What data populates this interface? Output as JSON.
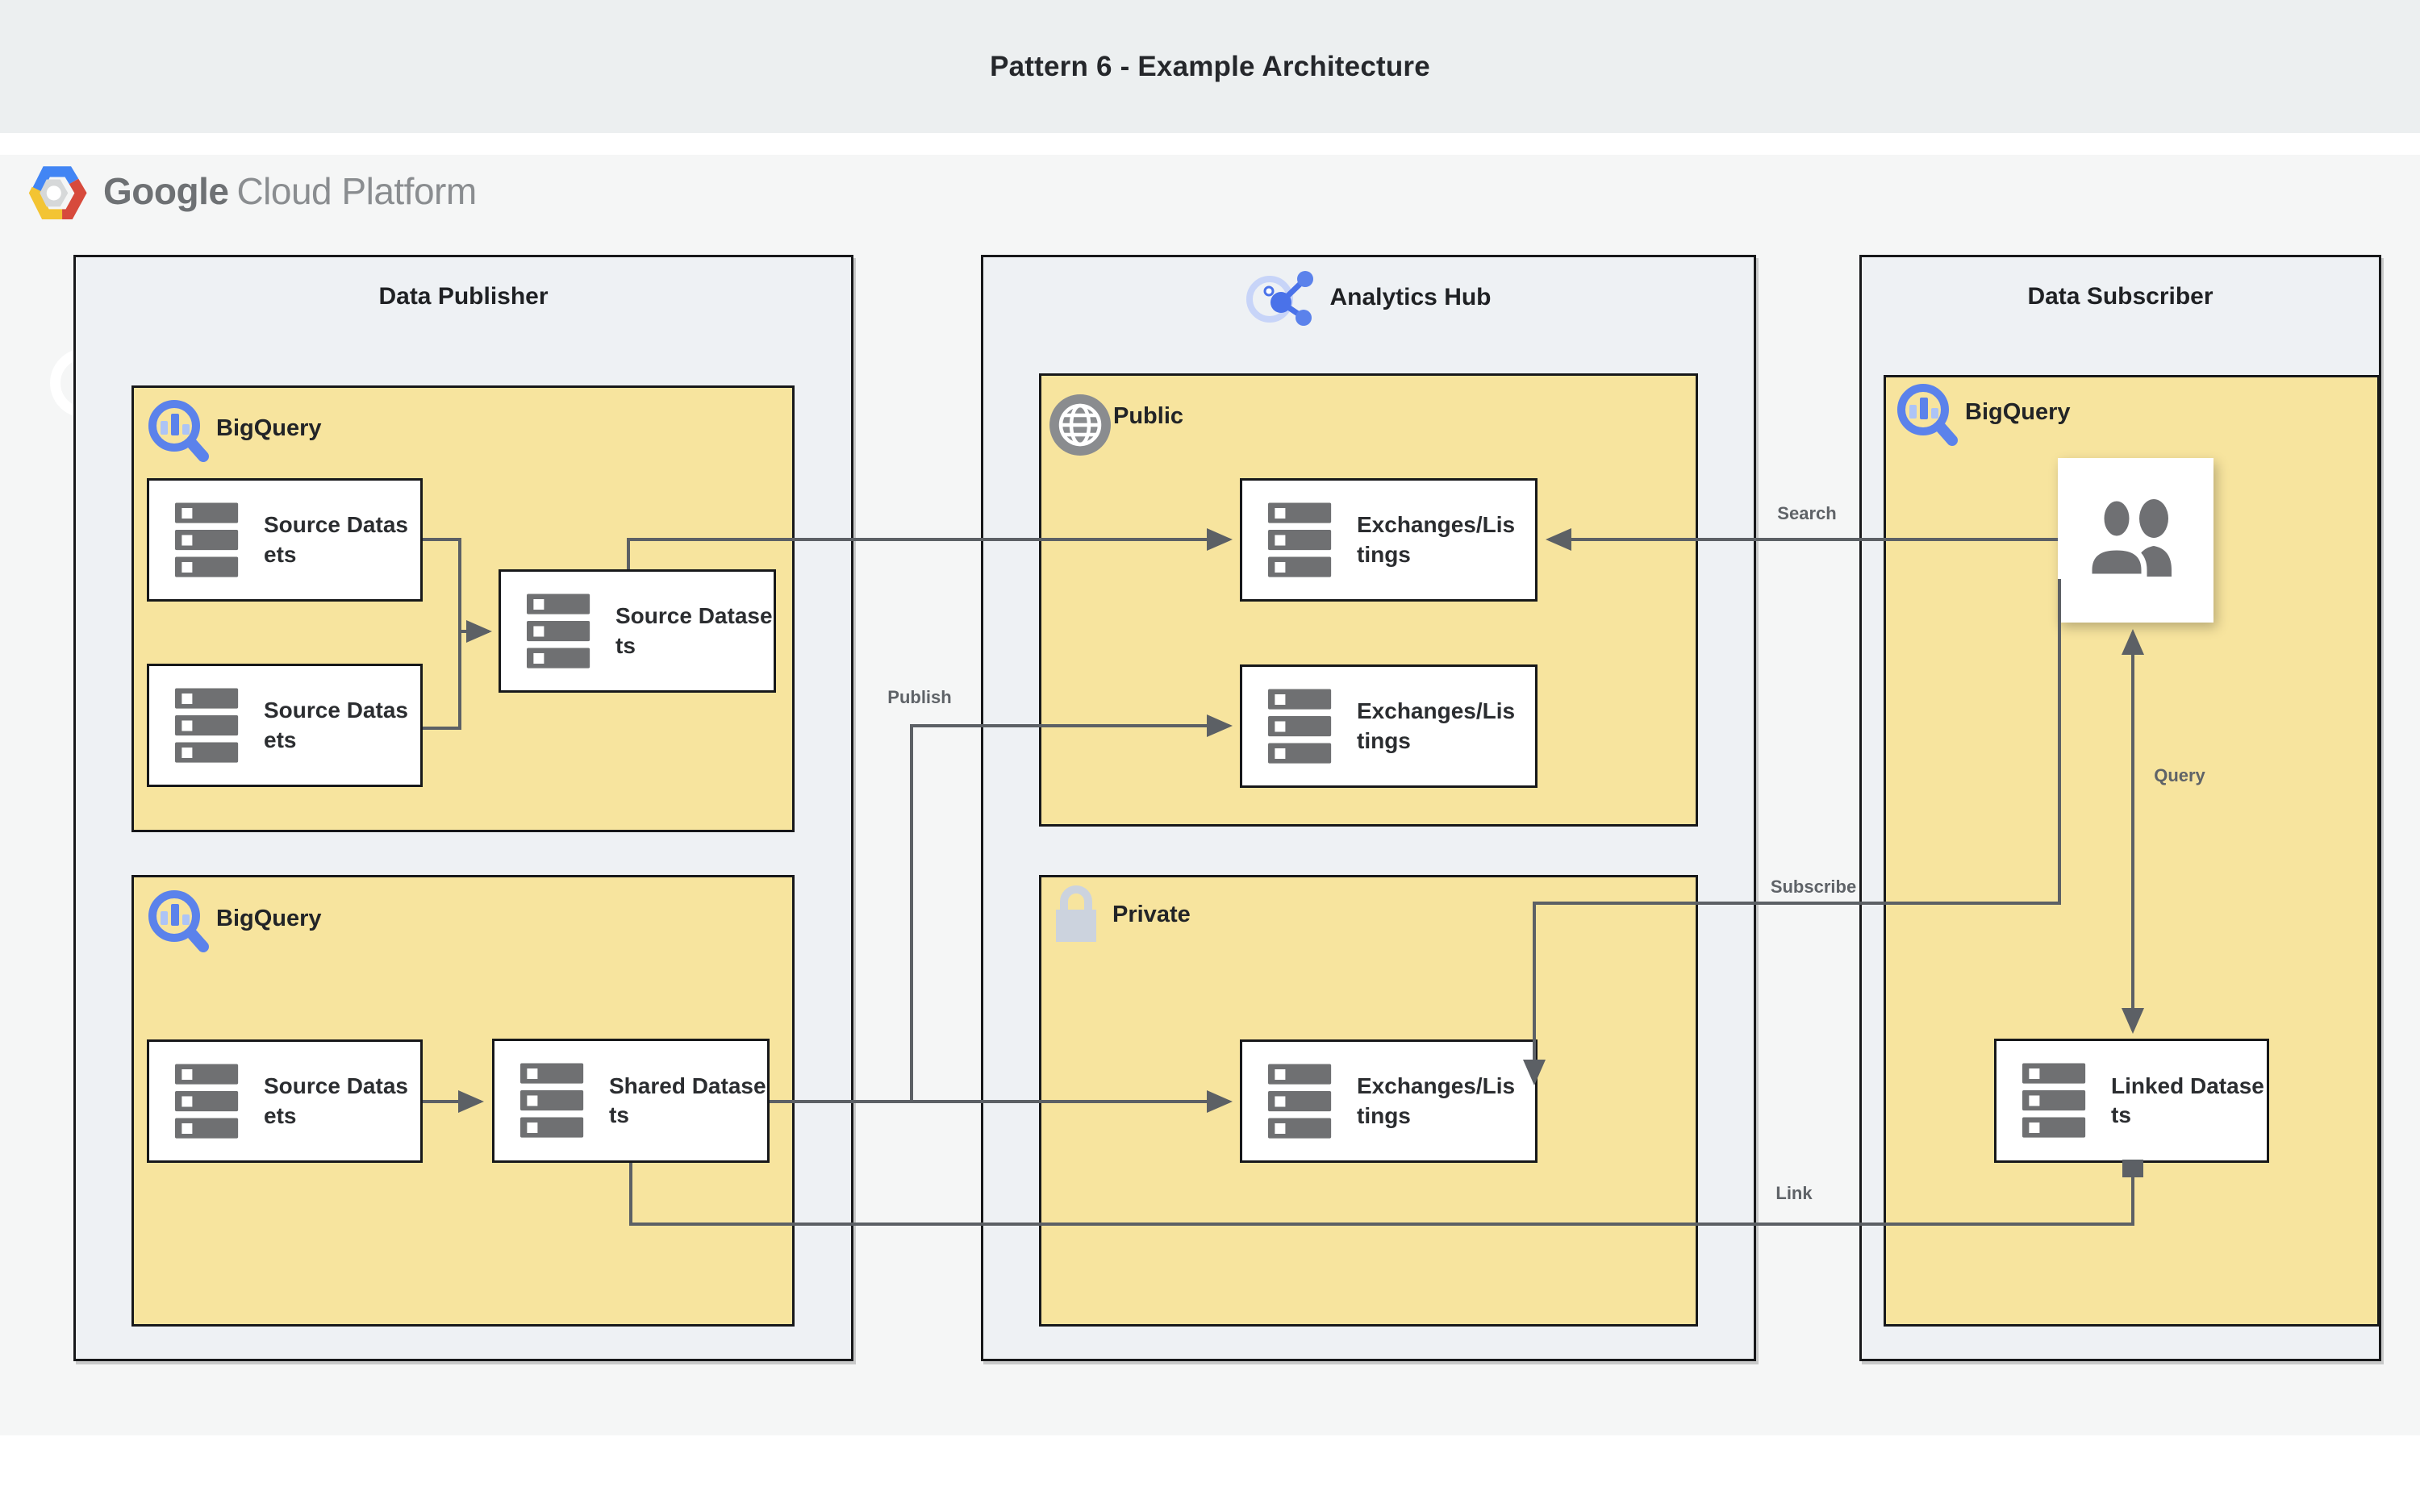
{
  "banner": {
    "title": "Pattern 6 - Example Architecture"
  },
  "logo": {
    "google": "Google",
    "cloud_platform": "Cloud Platform"
  },
  "groups": {
    "publisher": {
      "title": "Data Publisher",
      "bigquery_top": {
        "label": "BigQuery",
        "nodes": [
          "Source Datasets",
          "Source Datasets",
          "Source Datasets"
        ]
      },
      "bigquery_bottom": {
        "label": "BigQuery",
        "nodes": [
          "Source Datasets",
          "Shared Datasets"
        ]
      }
    },
    "hub": {
      "title": "Analytics Hub",
      "public": {
        "label": "Public",
        "nodes": [
          "Exchanges/Listings",
          "Exchanges/Listings"
        ]
      },
      "private": {
        "label": "Private",
        "nodes": [
          "Exchanges/Listings"
        ]
      }
    },
    "subscriber": {
      "title": "Data Subscriber",
      "bigquery": {
        "label": "BigQuery",
        "nodes": [
          "Linked Datasets"
        ]
      }
    }
  },
  "edges": {
    "publish": "Publish",
    "search": "Search",
    "subscribe": "Subscribe",
    "query": "Query",
    "link": "Link"
  },
  "connections": [
    {
      "from": "source-datasets-1",
      "to": "source-datasets-merged",
      "label": ""
    },
    {
      "from": "source-datasets-2",
      "to": "source-datasets-merged",
      "label": ""
    },
    {
      "from": "source-datasets-merged",
      "to": "public-exchanges-listings-1",
      "label": ""
    },
    {
      "from": "source-datasets-3",
      "to": "shared-datasets",
      "label": ""
    },
    {
      "from": "shared-datasets",
      "to": "public-exchanges-listings-2",
      "label": "Publish"
    },
    {
      "from": "shared-datasets",
      "to": "private-exchanges-listings",
      "label": "Publish"
    },
    {
      "from": "subscriber-users",
      "to": "public-exchanges-listings-1",
      "label": "Search"
    },
    {
      "from": "subscriber-users",
      "to": "private-exchanges-listings",
      "label": "Subscribe"
    },
    {
      "from": "subscriber-users",
      "to": "linked-datasets",
      "label": "Query"
    },
    {
      "from": "shared-datasets",
      "to": "linked-datasets",
      "label": "Link"
    }
  ],
  "icons": {
    "gcp_logo": "google-cloud-platform-hexagon",
    "bigquery": "bigquery-magnifier",
    "analytics_hub": "analytics-hub-share-nodes",
    "public": "globe",
    "private": "lock",
    "users": "two-people",
    "dataset": "stacked-dataset-rows"
  },
  "colors": {
    "banner_bg": "#eceff0",
    "canvas_bg": "#f5f6f6",
    "group_fill": "#eef1f4",
    "yellow_fill": "#f7e49e",
    "border_dark": "#17181a",
    "connector_gray": "#5c6065",
    "edge_label_gray": "#5f6368",
    "dataset_icon_gray": "#6f7072",
    "bigquery_blue": "#5b82eb",
    "bigquery_light_blue": "#adc4f6",
    "hub_blue": "#4a72e9",
    "hub_light_ring": "#c7d4f8",
    "globe_gray": "#8a8c8f",
    "lock_gray": "#ccd3de"
  }
}
